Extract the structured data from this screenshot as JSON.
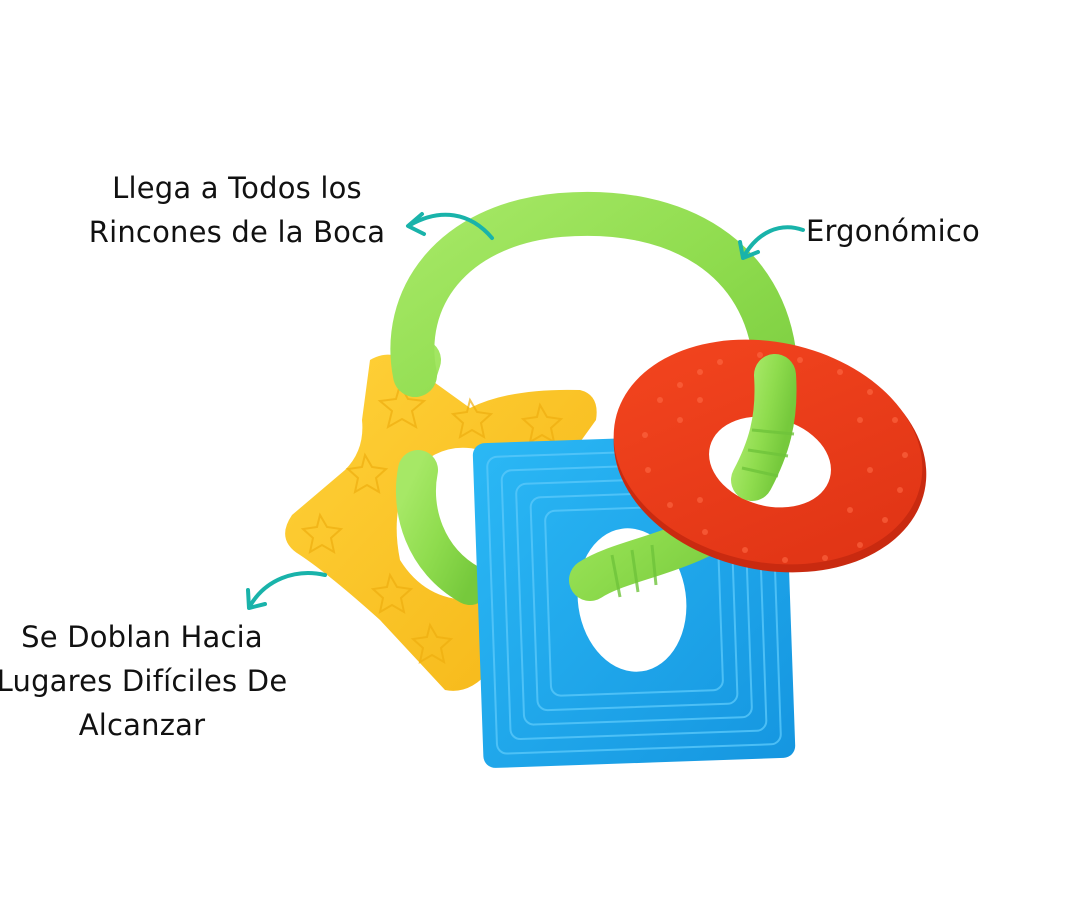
{
  "image": {
    "subject": "Baby teether ring with star, square and donut shaped teethers",
    "background": "#ffffff"
  },
  "callouts": [
    {
      "id": "reaches-all-corners",
      "lines": [
        "Llega a Todos los",
        "Rincones de la Boca"
      ],
      "arrow_direction": "left"
    },
    {
      "id": "ergonomic",
      "lines": [
        "Ergonómico"
      ],
      "arrow_direction": "down-left"
    },
    {
      "id": "bends-to-hard-places",
      "lines": [
        "Se Doblan Hacia",
        "Lugares Difíciles De",
        "Alcanzar"
      ],
      "arrow_direction": "down-left"
    }
  ],
  "toy_parts": [
    {
      "name": "ring",
      "shape": "circle-ring",
      "color": "#8fdc4e"
    },
    {
      "name": "star-teether",
      "shape": "star",
      "color": "#ffc928"
    },
    {
      "name": "square-teether",
      "shape": "square",
      "color": "#1eaaf0"
    },
    {
      "name": "donut-teether",
      "shape": "donut",
      "color": "#f03a1c"
    }
  ],
  "colors": {
    "arrow": "#19b3aa",
    "text": "#111111",
    "ring_green": "#8fdc4e",
    "ring_green_dark": "#6cc23a",
    "star_yellow": "#ffc928",
    "star_yellow_dark": "#f2b312",
    "square_blue": "#1eaaf0",
    "square_blue_dark": "#1390d6",
    "donut_red": "#f03a1c",
    "donut_red_dark": "#d42e12"
  }
}
